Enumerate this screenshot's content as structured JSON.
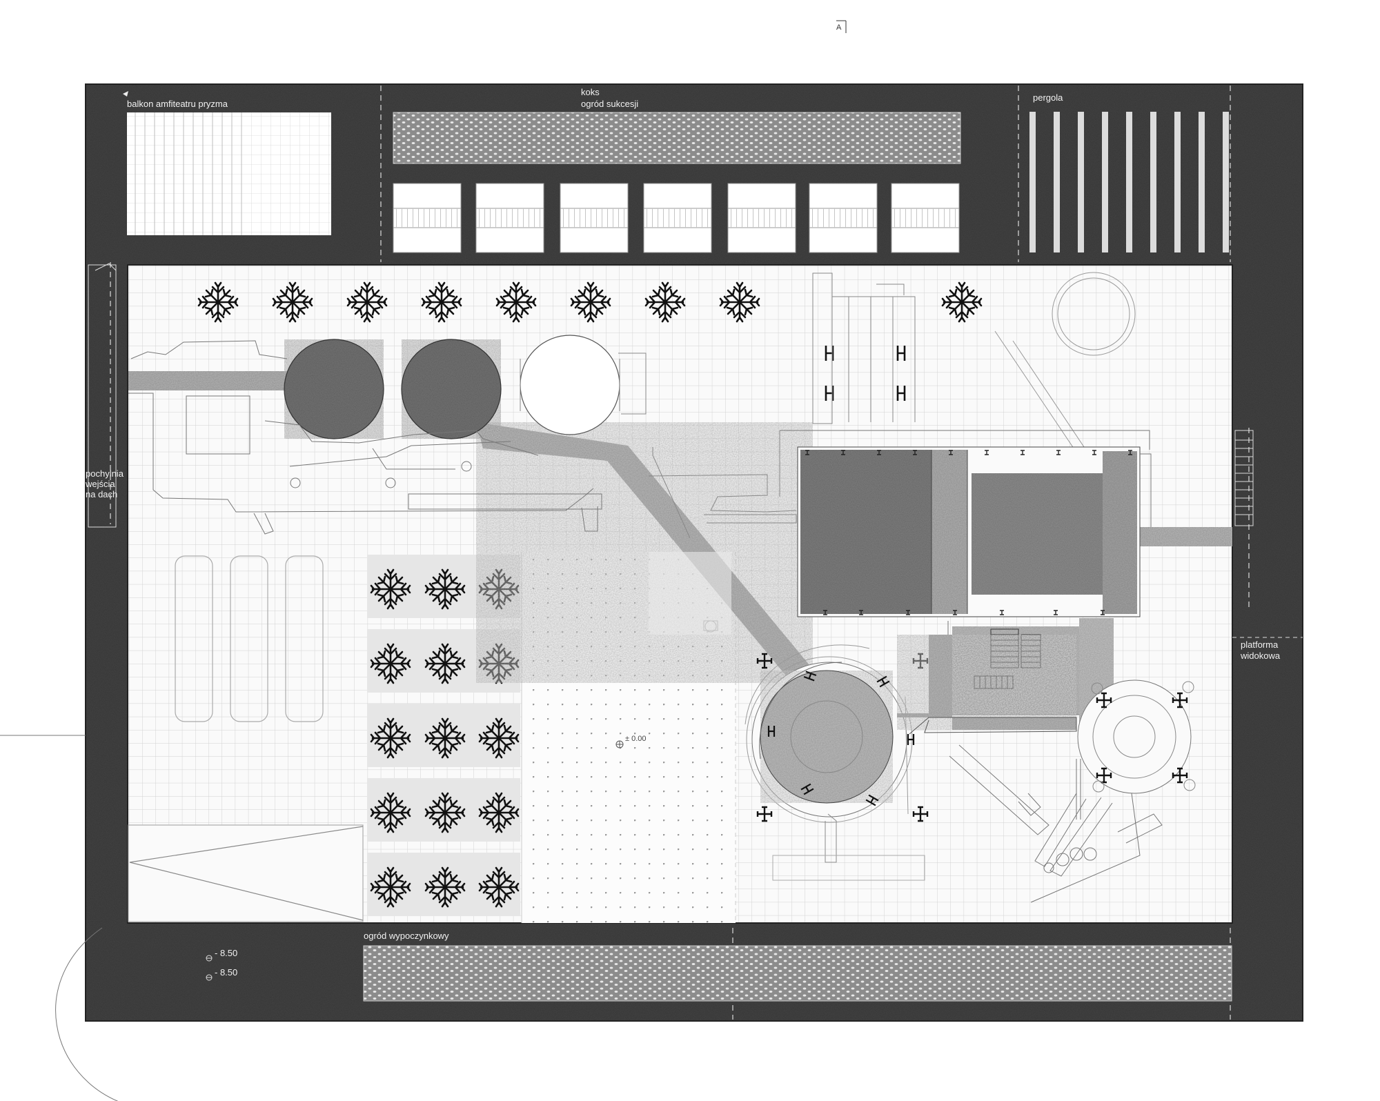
{
  "section_marker": "A",
  "labels": {
    "amphitheatre_balcony": "balkon amfiteatru pryzma",
    "coke": "koks",
    "succession_garden": "ogród sukcesji",
    "pergola": "pergola",
    "roof_ramp": [
      "pochylnia",
      "wejścia",
      "na dach"
    ],
    "viewing_platform": [
      "platforma",
      "widokowa"
    ],
    "recreation_garden": "ogród wypoczynkowy"
  },
  "levels": {
    "main": "± 0.00",
    "lower_1": "- 8.50",
    "lower_2": "- 8.50"
  },
  "colors": {
    "dark_ground": "#4a4a4a",
    "plaza": "#fafafa",
    "grid_line": "#cfcfcf",
    "texture": "#8a8a8a",
    "pavers": "#9a9a9a",
    "line": "#555555"
  },
  "icons": {
    "tree": "tree-icon",
    "column": "column-icon",
    "bench": "h-bench-icon",
    "level_marker": "level-marker-icon"
  }
}
